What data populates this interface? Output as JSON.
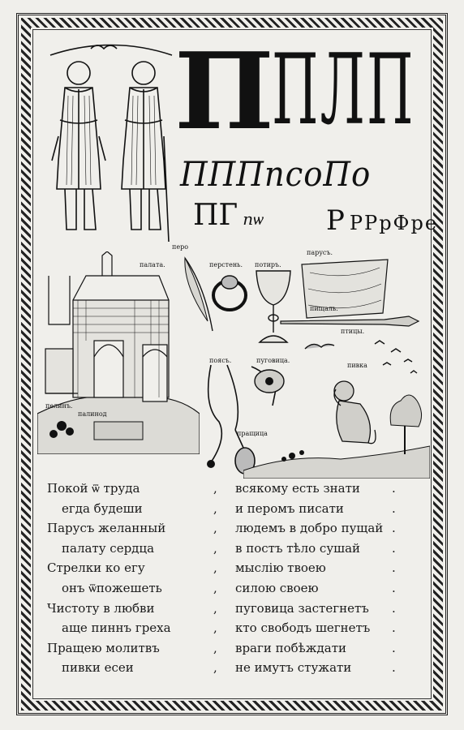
{
  "header": {
    "letter_main": "П",
    "letter_variants": "ПЛП",
    "script_row": "ПППпсоПо",
    "pg_main": "ПГ",
    "pg_small": "пѡ",
    "r_main": "Р",
    "r_small": "РРрФре"
  },
  "labels": {
    "pero": "перо",
    "palata": "палата.",
    "persten": "перстень.",
    "potir": "потиръ.",
    "parus": "парусъ.",
    "pishchal": "пищаль.",
    "ptitsy": "птицы.",
    "poyas": "поясъ.",
    "pugovitsa": "пуговица.",
    "pravshcha": "пращица",
    "pivka": "пивка",
    "pelinu": "пелинъ.",
    "palnaya": "палинод"
  },
  "verses": [
    {
      "left": "Покой ѿ труда",
      "right": "всякому есть знати",
      "end": ".",
      "indent": false
    },
    {
      "left": "егда будеши",
      "right": "и перомъ писати",
      "end": ".",
      "indent": true
    },
    {
      "left": "Парусъ желанный",
      "right": "людемъ в добро пущай",
      "end": ".",
      "indent": false
    },
    {
      "left": "палату сердца",
      "right": "в постъ тѣло сушай",
      "end": ".",
      "indent": true
    },
    {
      "left": "Стрелки ко егу",
      "right": "мыслію твоею",
      "end": ".",
      "indent": false
    },
    {
      "left": "онъ ѿпожешеть",
      "right": "силою своею",
      "end": ".",
      "indent": true
    },
    {
      "left": "Чистоту в любви",
      "right": "пуговица застегнетъ",
      "end": ".",
      "indent": false
    },
    {
      "left": "аще пиннъ греха",
      "right": "кто свободъ шегнетъ",
      "end": ".",
      "indent": true
    },
    {
      "left": "Пращею молитвъ",
      "right": "враги побѣждати",
      "end": ".",
      "indent": false
    },
    {
      "left": "пивки есеи",
      "right": "не имутъ стужати",
      "end": ".",
      "indent": true
    }
  ]
}
